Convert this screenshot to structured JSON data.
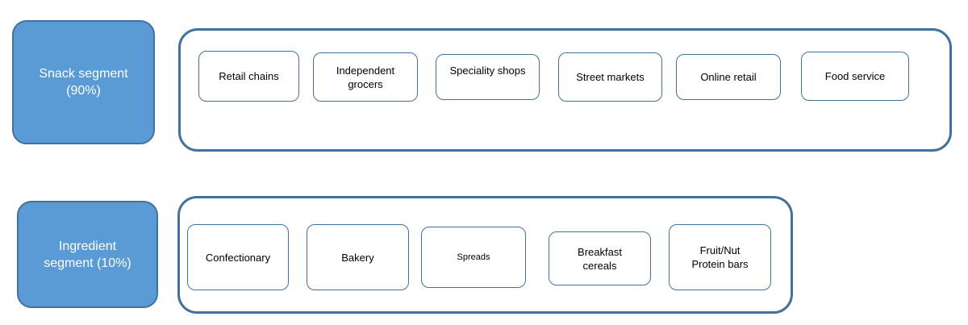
{
  "diagram": {
    "snack": {
      "label": "Snack segment\n(90%)",
      "items": [
        "Retail chains",
        "Independent\ngrocers",
        "Speciality shops",
        "Street markets",
        "Online retail",
        "Food service"
      ]
    },
    "ingredient": {
      "label": "Ingredient\nsegment (10%)",
      "items": [
        "Confectionary",
        "Bakery",
        "Spreads",
        "Breakfast\ncereals",
        "Fruit/Nut\nProtein bars"
      ]
    },
    "colors": {
      "segment_fill": "#5b9bd5",
      "outline": "#41719c"
    }
  }
}
